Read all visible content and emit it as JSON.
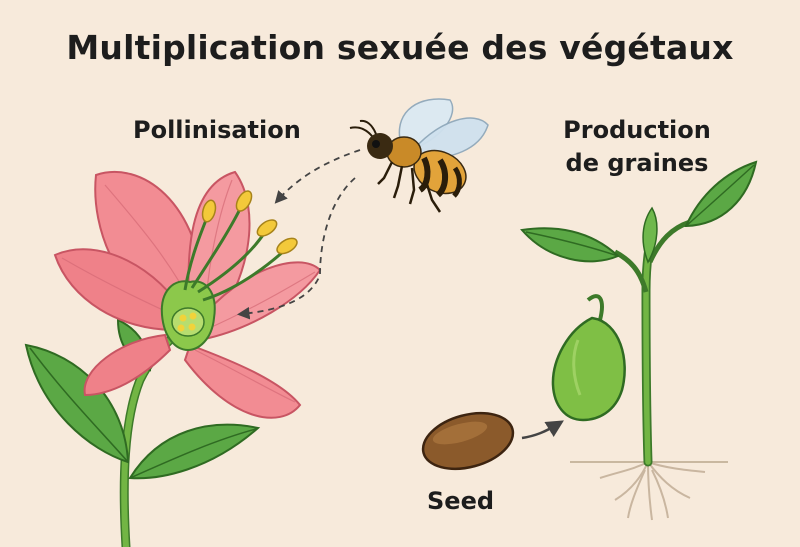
{
  "title": "Multiplication sexuée des végétaux",
  "labels": {
    "pollination": "Pollinisation",
    "production_line1": "Production",
    "production_line2": "de graines",
    "seed": "Seed"
  },
  "colors": {
    "background": "#f7eadb",
    "petal": "#f28c93",
    "leaf": "#5ba845",
    "stem": "#6aae3f",
    "bee_body": "#e2a33a",
    "seed": "#8b5a2b",
    "arrow": "#444444"
  }
}
